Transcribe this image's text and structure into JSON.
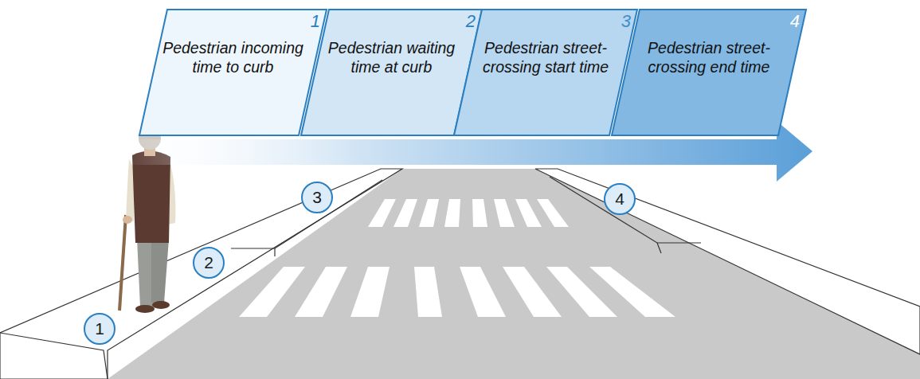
{
  "diagram": {
    "nodes": [
      {
        "text": [
          "1",
          "Pedestrian incoming time to curb"
        ]
      },
      {
        "text": [
          "2",
          "Pedestrian waiting time at curb"
        ]
      },
      {
        "text": [
          "3",
          "Pedestrian street-crossing start time"
        ]
      },
      {
        "text": [
          "4",
          "Pedestrian street-crossing end time"
        ]
      },
      {
        "text": [
          "1"
        ]
      },
      {
        "text": [
          "2"
        ]
      },
      {
        "text": [
          "3"
        ]
      },
      {
        "text": [
          "4"
        ]
      }
    ]
  }
}
